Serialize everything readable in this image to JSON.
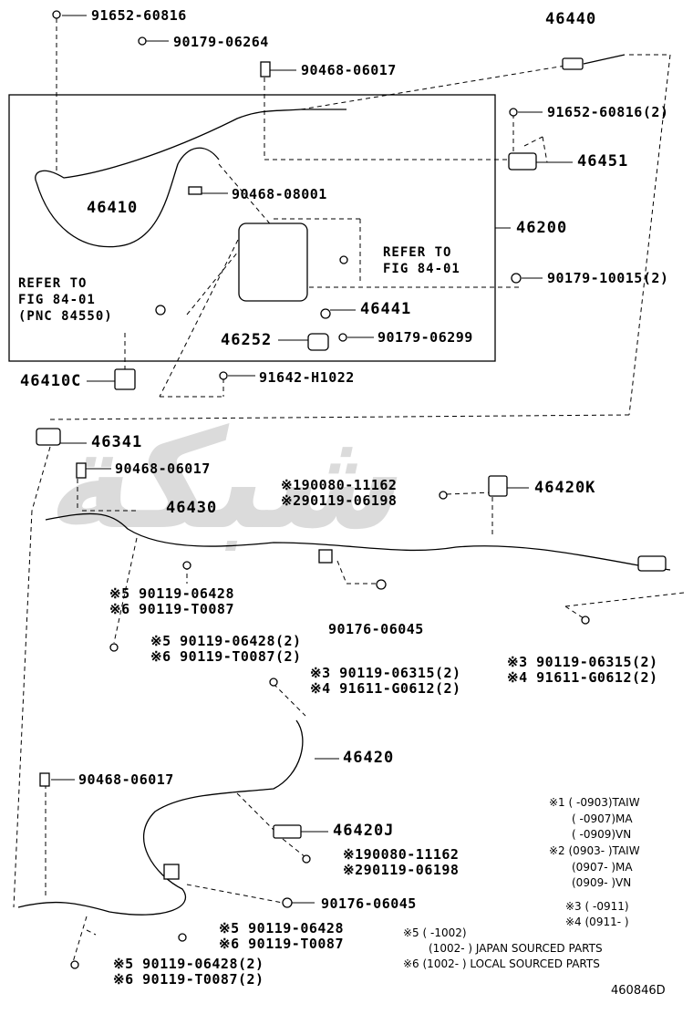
{
  "watermark": "شبكة",
  "figure_id": "460846D",
  "labels": {
    "l1": "91652-60816",
    "l2": "90179-06264",
    "l3": "46440",
    "l4": "90468-06017",
    "l5": "91652-60816(2)",
    "l6": "46451",
    "l7": "46410",
    "l8": "90468-08001",
    "l9": "46200",
    "l10a": "REFER TO",
    "l10b": "FIG 84-01",
    "l11a": "REFER TO",
    "l11b": "FIG 84-01",
    "l11c": "(PNC 84550)",
    "l12": "90179-10015(2)",
    "l13": "46441",
    "l14": "46252",
    "l15": "90179-06299",
    "l16": "46410C",
    "l17": "91642-H1022",
    "l18": "46341",
    "l19": "90468-06017",
    "l20a": "※190080-11162",
    "l20b": "※290119-06198",
    "l21": "46420K",
    "l22": "46430",
    "l23a": "※5 90119-06428",
    "l23b": "※6 90119-T0087",
    "l24": "90176-06045",
    "l25a": "※5 90119-06428(2)",
    "l25b": "※6 90119-T0087(2)",
    "l26a": "※3 90119-06315(2)",
    "l26b": "※4 91611-G0612(2)",
    "l27a": "※3 90119-06315(2)",
    "l27b": "※4 91611-G0612(2)",
    "l28": "46420",
    "l29": "90468-06017",
    "l30": "46420J",
    "l31a": "※190080-11162",
    "l31b": "※290119-06198",
    "l32": "90176-06045",
    "l33a": "※5 90119-06428",
    "l33b": "※6 90119-T0087",
    "l34a": "※5 90119-06428(2)",
    "l34b": "※6 90119-T0087(2)"
  },
  "notes": {
    "n1": "※1 (     -0903)TAIW",
    "n2": "(     -0907)MA",
    "n3": "(     -0909)VN",
    "n4": "※2 (0903-     )TAIW",
    "n5": "(0907-     )MA",
    "n6": "(0909-     )VN",
    "n7": "※3 (     -0911)",
    "n8": "※4 (0911-     )",
    "n9": "※5 (     -1002)",
    "n10": "(1002-     ) JAPAN SOURCED PARTS",
    "n11": "※6 (1002-     ) LOCAL SOURCED PARTS"
  }
}
